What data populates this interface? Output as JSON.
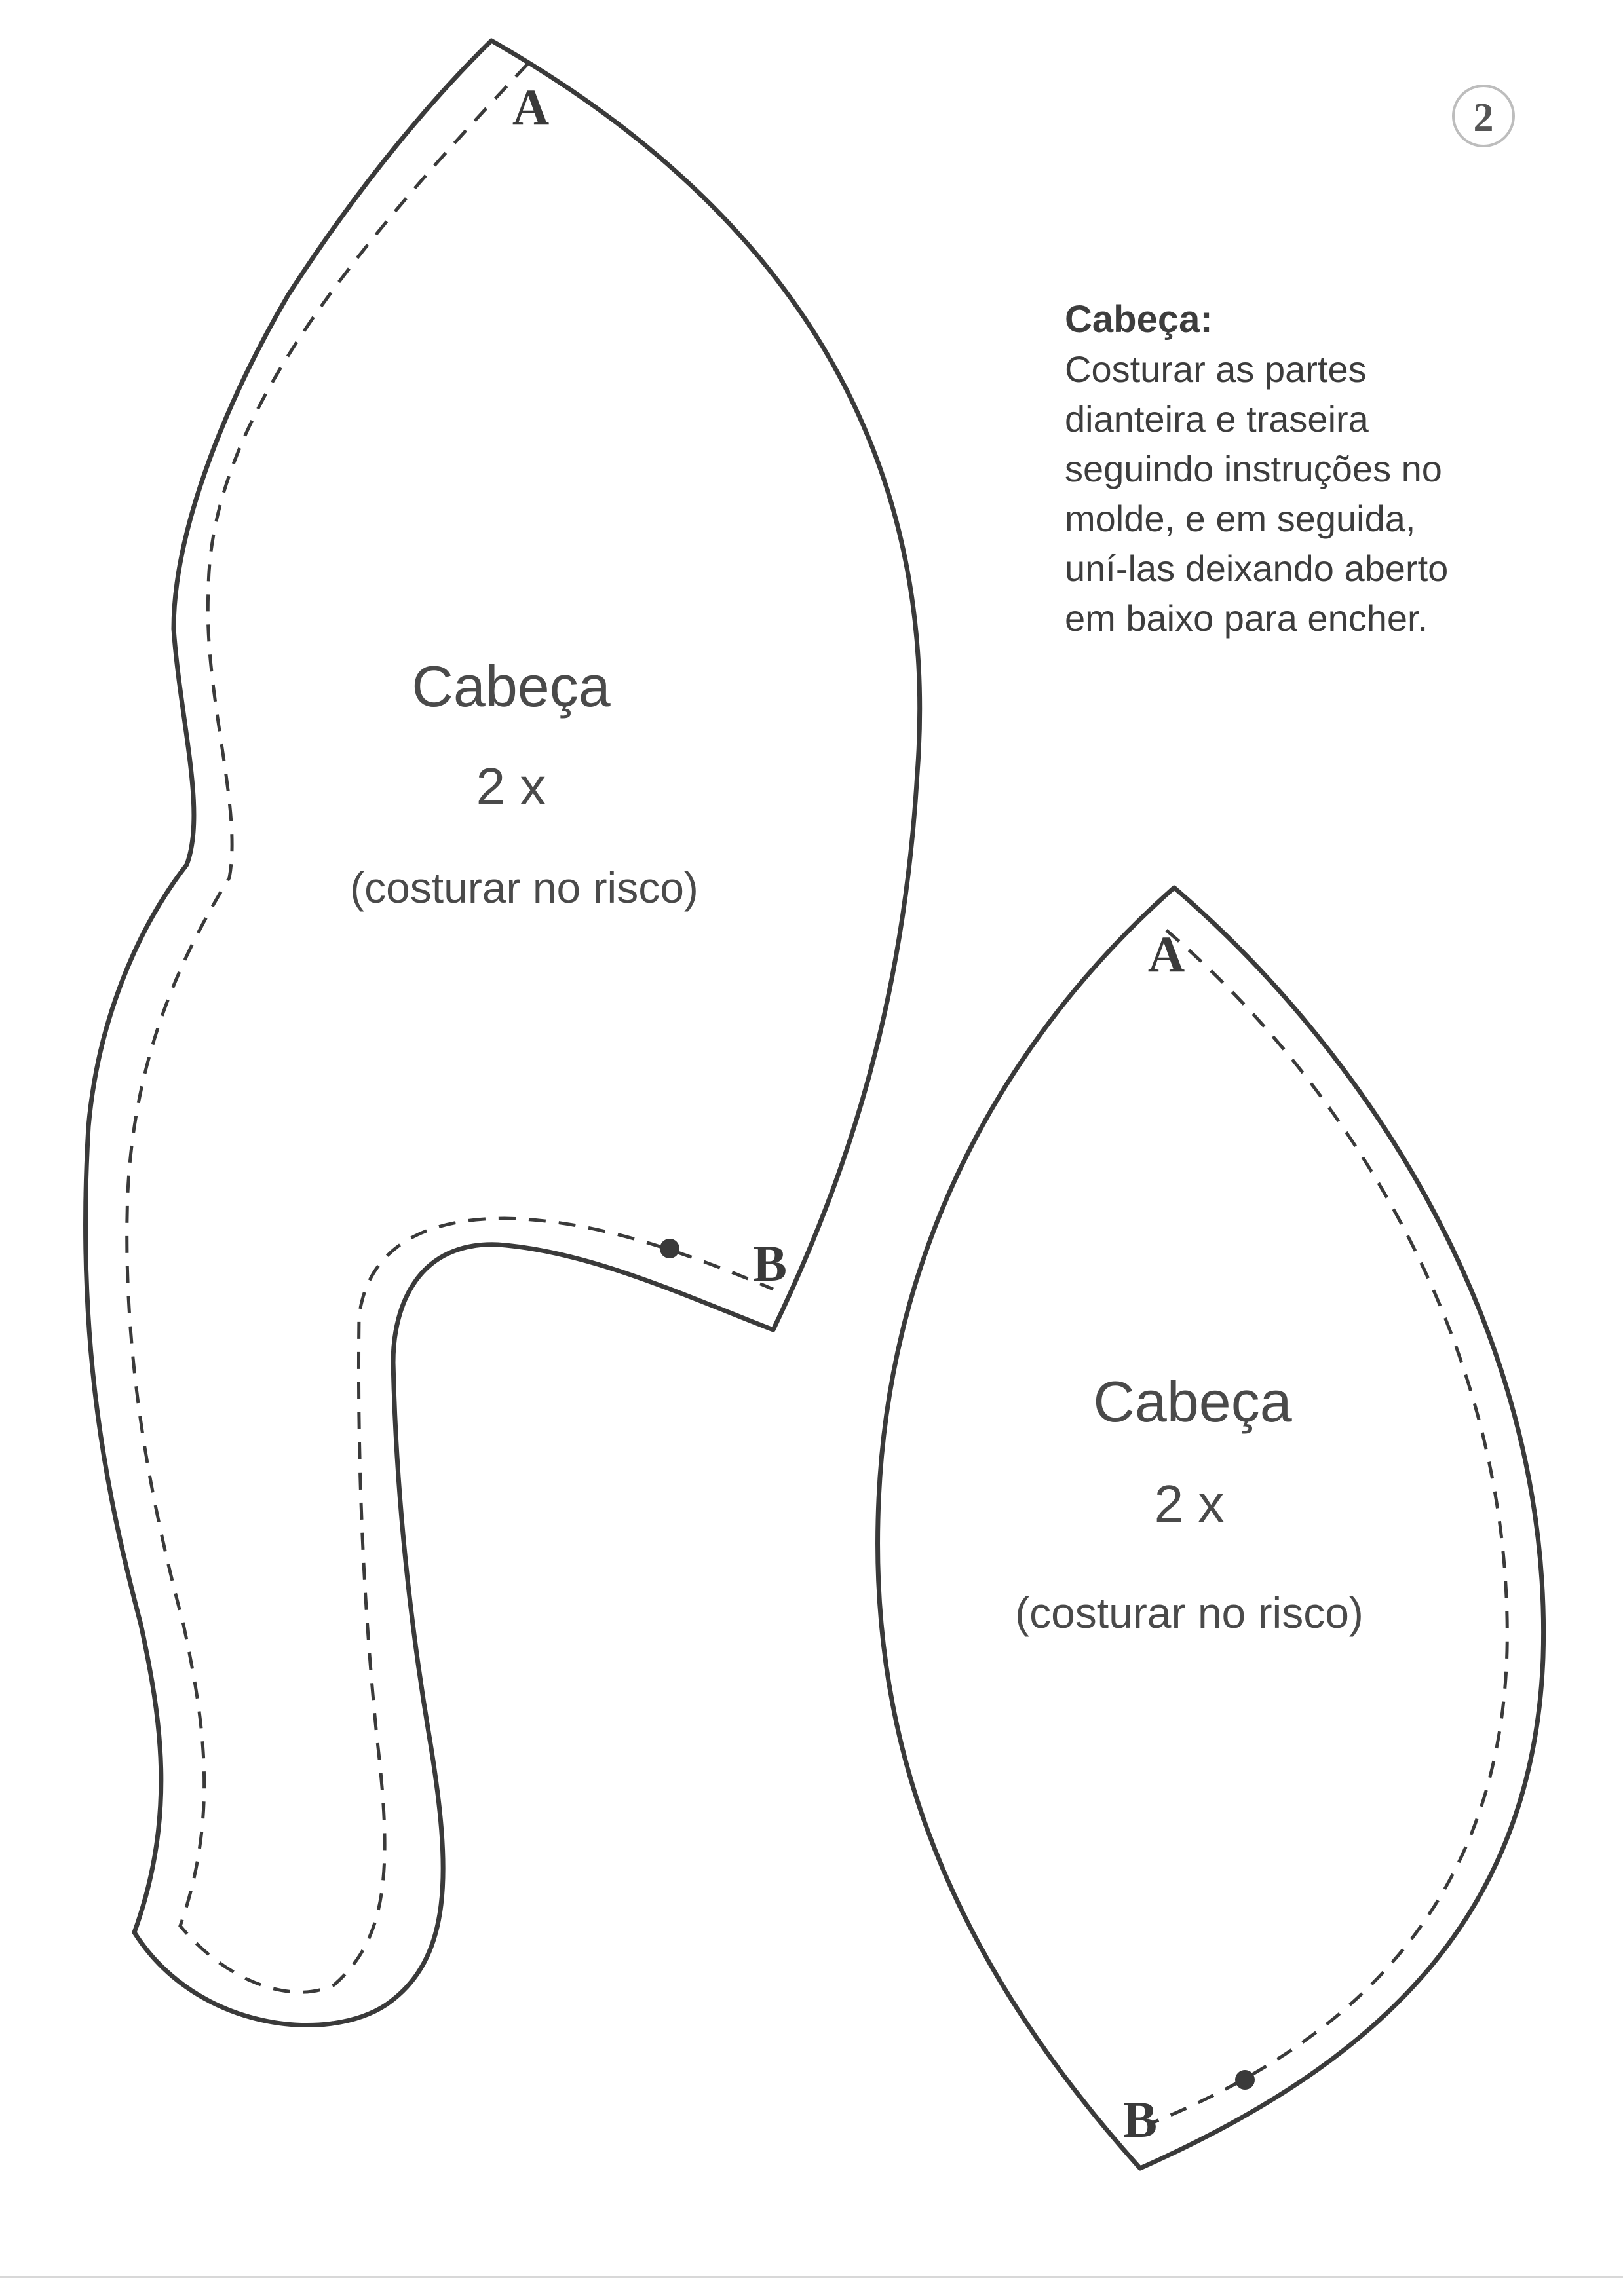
{
  "page_number": "2",
  "instructions": {
    "heading": "Cabeça:",
    "lines": [
      "Costurar as partes",
      "dianteira e traseira",
      "seguindo instruções no",
      "molde, e em seguida,",
      "uní-las deixando aberto",
      "em baixo para encher."
    ]
  },
  "pieces": [
    {
      "name": "Cabeça",
      "quantity": "2 x",
      "note": "(costurar no risco)",
      "point_a": "A",
      "point_b": "B"
    },
    {
      "name": "Cabeça",
      "quantity": "2 x",
      "note": "(costurar no risco)",
      "point_a": "A",
      "point_b": "B"
    }
  ]
}
